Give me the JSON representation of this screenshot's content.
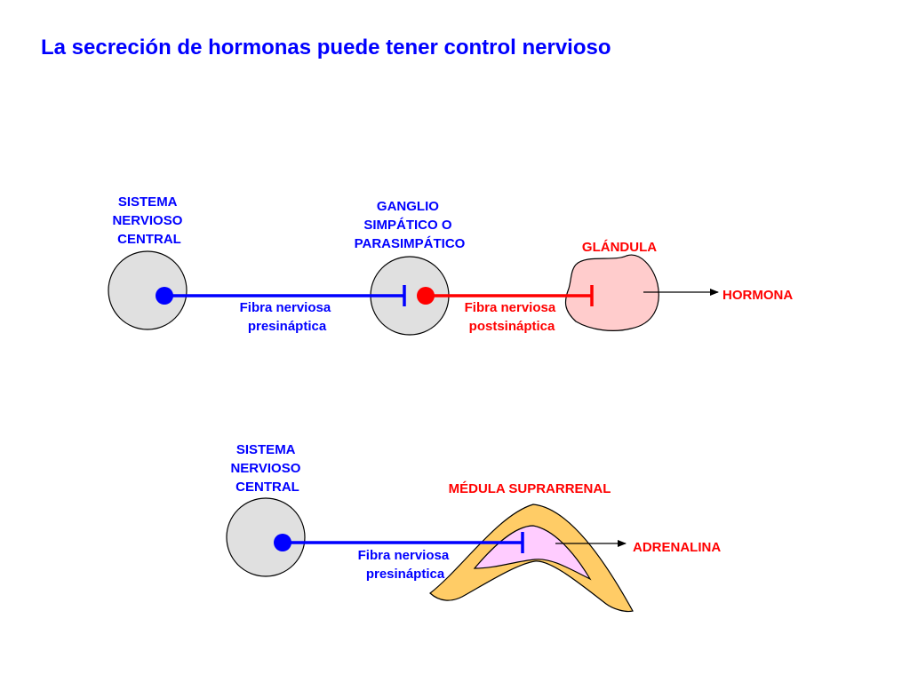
{
  "title": "La secreción de hormonas puede tener control nervioso",
  "colors": {
    "text_blue": "#0000ff",
    "text_red": "#ff0000",
    "nerve_blue": "#0000ff",
    "nerve_red": "#ff0000",
    "circle_fill": "#e0e0e0",
    "gland_fill": "#ffcccc",
    "cortex_fill": "#ffcc66",
    "medulla_fill": "#ffccff"
  },
  "top": {
    "cns": [
      "SISTEMA",
      "NERVIOSO",
      "CENTRAL"
    ],
    "ganglion": [
      "GANGLIO",
      "SIMPÁTICO O",
      "PARASIMPÁTICO"
    ],
    "gland": "GLÁNDULA",
    "pre_fiber": [
      "Fibra nerviosa",
      "presináptica"
    ],
    "post_fiber": [
      "Fibra nerviosa",
      "postsináptica"
    ],
    "output": "HORMONA"
  },
  "bottom": {
    "cns": [
      "SISTEMA",
      "NERVIOSO",
      "CENTRAL"
    ],
    "organ": "MÉDULA SUPRARRENAL",
    "pre_fiber": [
      "Fibra nerviosa",
      "presináptica"
    ],
    "output": "ADRENALINA"
  }
}
